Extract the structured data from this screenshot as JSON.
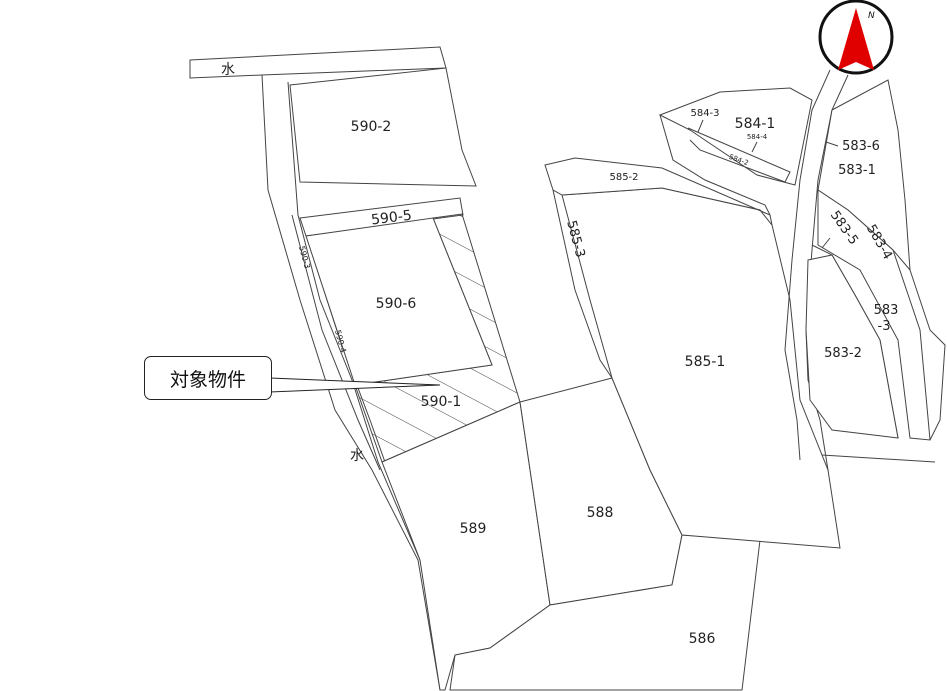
{
  "map": {
    "parcels": {
      "p590_1": "590-1",
      "p590_2": "590-2",
      "p590_3": "590-3",
      "p590_4": "590-4",
      "p590_5": "590-5",
      "p590_6": "590-6",
      "p589": "589",
      "p588": "588",
      "p586": "586",
      "p585_1": "585-1",
      "p585_2": "585-2",
      "p585_3": "585-3",
      "p584_1": "584-1",
      "p584_2": "584-2",
      "p584_3": "584-3",
      "p584_4": "584-4",
      "p583_1": "583-1",
      "p583_2": "583-2",
      "p583_3a": "583",
      "p583_3b": "-3",
      "p583_4": "583-4",
      "p583_5": "583-5",
      "p583_6": "583-6"
    },
    "water_label": "水",
    "subject_callout": "対象物件",
    "compass_north": "N",
    "colors": {
      "compass": "#e00000",
      "hatch": "#444444"
    }
  }
}
